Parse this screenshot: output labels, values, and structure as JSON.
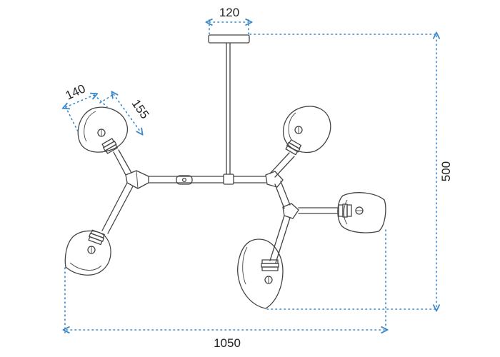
{
  "drawing": {
    "title": "",
    "dimension_color": "#3a87c9",
    "line_color": "#444444",
    "dimensions": {
      "canopy_width": "120",
      "overall_height": "500",
      "overall_width": "1050",
      "shade_width": "140",
      "shade_height": "155"
    }
  }
}
